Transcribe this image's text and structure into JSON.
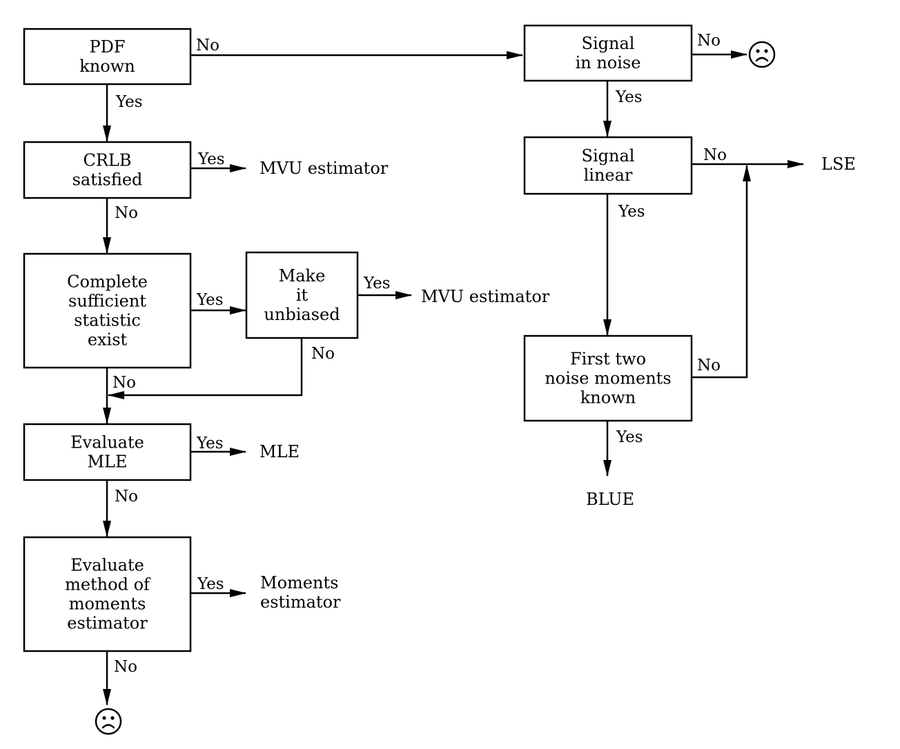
{
  "nodes": {
    "pdf_known": [
      "PDF",
      "known"
    ],
    "crlb_satisfied": [
      "CRLB",
      "satisfied"
    ],
    "complete_sufficient_statistic": [
      "Complete",
      "sufficient",
      "statistic",
      "exist"
    ],
    "make_unbiased": [
      "Make",
      "it",
      "unbiased"
    ],
    "evaluate_mle": [
      "Evaluate",
      "MLE"
    ],
    "evaluate_moments": [
      "Evaluate",
      "method of",
      "moments",
      "estimator"
    ],
    "signal_in_noise": [
      "Signal",
      "in noise"
    ],
    "signal_linear": [
      "Signal",
      "linear"
    ],
    "first_two_moments": [
      "First two",
      "noise moments",
      "known"
    ]
  },
  "outcomes": {
    "mvu_crlb": [
      "MVU estimator"
    ],
    "mvu_sufficient": [
      "MVU estimator"
    ],
    "mle": [
      "MLE"
    ],
    "moments_estimator": [
      "Moments",
      "estimator"
    ],
    "lse": [
      "LSE"
    ],
    "blue": [
      "BLUE"
    ]
  },
  "failure_icon": "frowning-face-icon",
  "edge_labels": {
    "pdf_no": "No",
    "pdf_yes": "Yes",
    "crlb_yes": "Yes",
    "crlb_no": "No",
    "sufficient_yes": "Yes",
    "sufficient_no": "No",
    "unbiased_yes": "Yes",
    "unbiased_no": "No",
    "mle_yes": "Yes",
    "mle_no": "No",
    "moments_yes": "Yes",
    "moments_no": "No",
    "signal_noise_no": "No",
    "signal_noise_yes": "Yes",
    "signal_linear_no": "No",
    "signal_linear_yes": "Yes",
    "first_two_no": "No",
    "first_two_yes": "Yes"
  }
}
